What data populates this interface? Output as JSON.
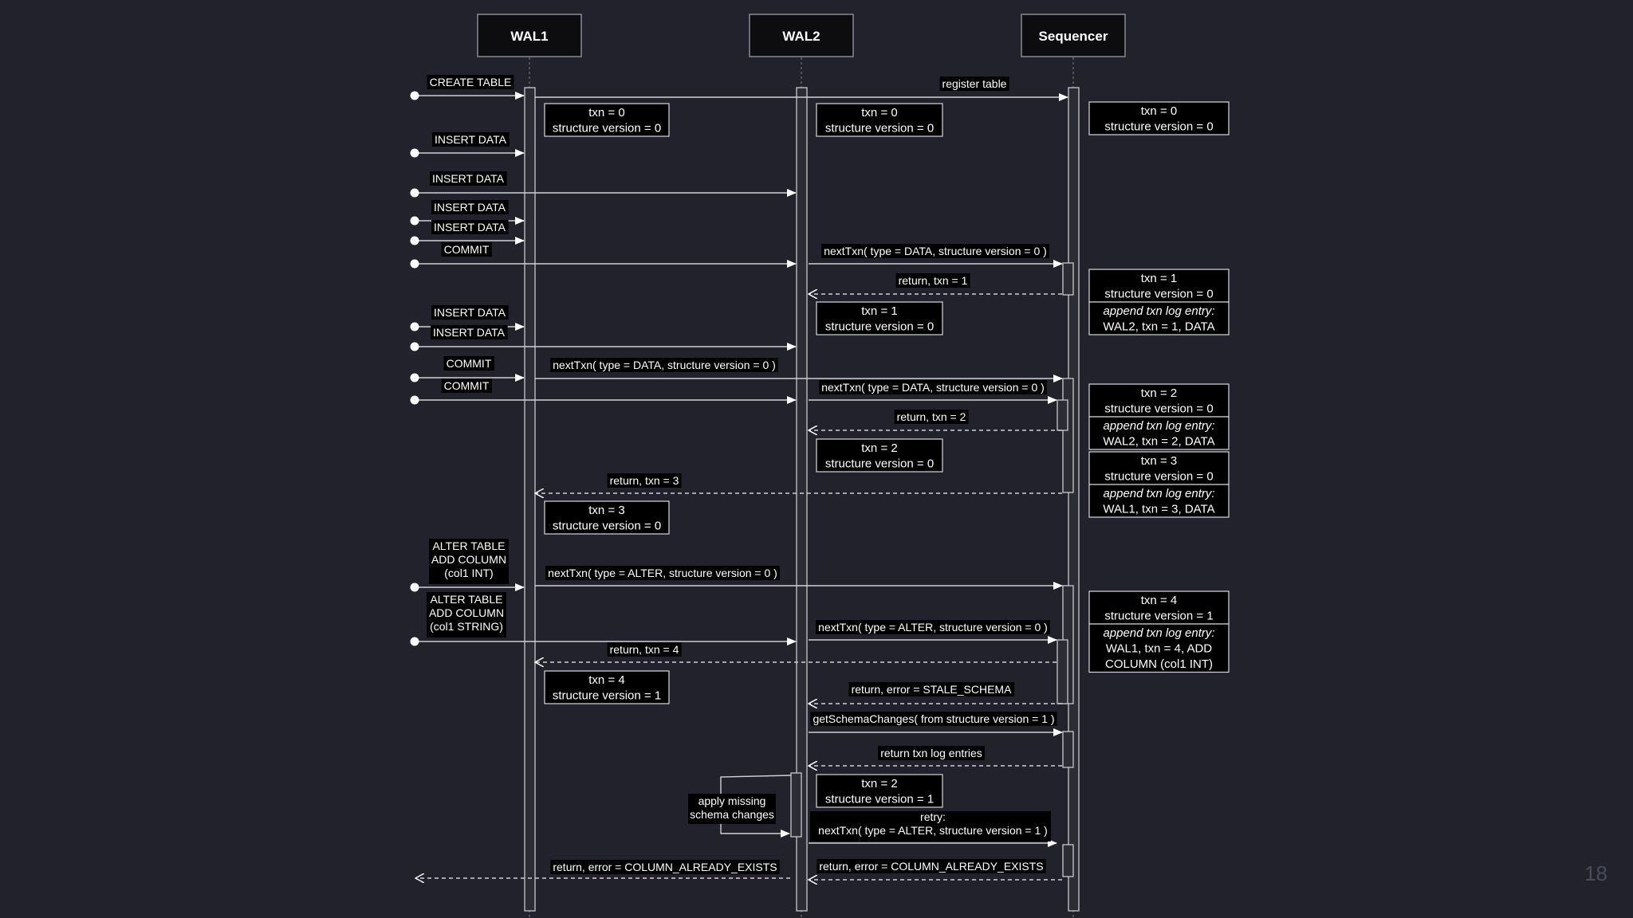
{
  "participants": [
    {
      "id": "wal1",
      "label": "WAL1"
    },
    {
      "id": "wal2",
      "label": "WAL2"
    },
    {
      "id": "seq",
      "label": "Sequencer"
    }
  ],
  "messages": [
    {
      "id": "m1",
      "from": "client",
      "to": "wal1",
      "label": "CREATE TABLE",
      "style": "solid"
    },
    {
      "id": "m2",
      "from": "wal1",
      "to": "seq",
      "label": "register table",
      "style": "solid"
    },
    {
      "id": "m3",
      "from": "client",
      "to": "wal1",
      "label": "INSERT DATA",
      "style": "solid"
    },
    {
      "id": "m4",
      "from": "client",
      "to": "wal2",
      "label": "INSERT DATA",
      "style": "solid"
    },
    {
      "id": "m5",
      "from": "client",
      "to": "wal1",
      "label": "INSERT DATA",
      "style": "solid"
    },
    {
      "id": "m6",
      "from": "client",
      "to": "wal1",
      "label": "INSERT DATA",
      "style": "solid"
    },
    {
      "id": "m7",
      "from": "client",
      "to": "wal2",
      "label": "COMMIT",
      "style": "solid"
    },
    {
      "id": "m8",
      "from": "wal2",
      "to": "seq",
      "label": "nextTxn( type = DATA, structure version = 0 )",
      "style": "solid"
    },
    {
      "id": "m9",
      "from": "seq",
      "to": "wal2",
      "label": "return, txn = 1",
      "style": "dashed"
    },
    {
      "id": "m10",
      "from": "client",
      "to": "wal1",
      "label": "INSERT DATA",
      "style": "solid"
    },
    {
      "id": "m11",
      "from": "client",
      "to": "wal2",
      "label": "INSERT DATA",
      "style": "solid"
    },
    {
      "id": "m12",
      "from": "client",
      "to": "wal1",
      "label": "COMMIT",
      "style": "solid"
    },
    {
      "id": "m13",
      "from": "wal1",
      "to": "seq",
      "label": "nextTxn( type = DATA, structure version = 0 )",
      "style": "solid"
    },
    {
      "id": "m14",
      "from": "client",
      "to": "wal2",
      "label": "COMMIT",
      "style": "solid"
    },
    {
      "id": "m15",
      "from": "wal2",
      "to": "seq",
      "label": "nextTxn( type = DATA, structure version = 0 )",
      "style": "solid"
    },
    {
      "id": "m16",
      "from": "seq",
      "to": "wal2",
      "label": "return, txn = 2",
      "style": "dashed"
    },
    {
      "id": "m17",
      "from": "seq",
      "to": "wal1",
      "label": "return, txn = 3",
      "style": "dashed"
    },
    {
      "id": "m18",
      "from": "client",
      "to": "wal1",
      "label": "ALTER TABLE\nADD COLUMN\n(col1 INT)",
      "style": "solid"
    },
    {
      "id": "m19",
      "from": "wal1",
      "to": "seq",
      "label": "nextTxn( type = ALTER, structure version = 0 )",
      "style": "solid"
    },
    {
      "id": "m20",
      "from": "client",
      "to": "wal2",
      "label": "ALTER TABLE\nADD COLUMN\n(col1 STRING)",
      "style": "solid"
    },
    {
      "id": "m21",
      "from": "wal2",
      "to": "seq",
      "label": "nextTxn( type = ALTER, structure version = 0 )",
      "style": "solid"
    },
    {
      "id": "m22",
      "from": "seq",
      "to": "wal1",
      "label": "return, txn = 4",
      "style": "dashed"
    },
    {
      "id": "m23",
      "from": "seq",
      "to": "wal2",
      "label": "return, error = STALE_SCHEMA",
      "style": "dashed"
    },
    {
      "id": "m24",
      "from": "wal2",
      "to": "seq",
      "label": "getSchemaChanges( from structure version = 1 )",
      "style": "solid"
    },
    {
      "id": "m25",
      "from": "seq",
      "to": "wal2",
      "label": "return txn log entries",
      "style": "dashed"
    },
    {
      "id": "m26",
      "from": "wal2",
      "to": "wal2",
      "label": "apply missing\nschema changes",
      "style": "solid"
    },
    {
      "id": "m27",
      "from": "wal2",
      "to": "seq",
      "label": "retry:\nnextTxn( type = ALTER, structure version = 1 )",
      "style": "solid"
    },
    {
      "id": "m28",
      "from": "seq",
      "to": "wal2",
      "label": "return, error = COLUMN_ALREADY_EXISTS",
      "style": "dashed"
    },
    {
      "id": "m29",
      "from": "wal2",
      "to": "client",
      "label": "return, error = COLUMN_ALREADY_EXISTS",
      "style": "dashed"
    }
  ],
  "notes": [
    {
      "id": "n1",
      "owner": "wal1",
      "lines": [
        "txn = 0",
        "structure version = 0"
      ]
    },
    {
      "id": "n2",
      "owner": "wal2",
      "lines": [
        "txn = 0",
        "structure version = 0"
      ]
    },
    {
      "id": "n3",
      "owner": "seq",
      "lines": [
        "txn = 0",
        "structure version = 0"
      ]
    },
    {
      "id": "n4",
      "owner": "seq",
      "lines": [
        "txn = 1",
        "structure version = 0"
      ],
      "entry": [
        "append txn log entry:",
        "WAL2, txn = 1, DATA"
      ]
    },
    {
      "id": "n5",
      "owner": "wal2",
      "lines": [
        "txn = 1",
        "structure version = 0"
      ]
    },
    {
      "id": "n6",
      "owner": "seq",
      "lines": [
        "txn = 2",
        "structure version = 0"
      ],
      "entry": [
        "append txn log entry:",
        "WAL2, txn = 2, DATA"
      ]
    },
    {
      "id": "n7",
      "owner": "wal2",
      "lines": [
        "txn = 2",
        "structure version = 0"
      ]
    },
    {
      "id": "n8",
      "owner": "seq",
      "lines": [
        "txn = 3",
        "structure version = 0"
      ],
      "entry": [
        "append txn log entry:",
        "WAL1, txn = 3, DATA"
      ]
    },
    {
      "id": "n9",
      "owner": "wal1",
      "lines": [
        "txn = 3",
        "structure version = 0"
      ]
    },
    {
      "id": "n10",
      "owner": "seq",
      "lines": [
        "txn = 4",
        "structure version = 1"
      ],
      "entry": [
        "append txn log entry:",
        "WAL1, txn = 4, ADD",
        "COLUMN (col1 INT)"
      ]
    },
    {
      "id": "n11",
      "owner": "wal1",
      "lines": [
        "txn = 4",
        "structure version = 1"
      ]
    },
    {
      "id": "n12",
      "owner": "wal2",
      "lines": [
        "txn = 2",
        "structure version = 1"
      ]
    }
  ],
  "page_number": "18",
  "colors": {
    "background": "#21222c",
    "line": "#c8c8cc",
    "text": "#ffffff",
    "box_fill": "#000000",
    "activation": "#2b2c33"
  }
}
